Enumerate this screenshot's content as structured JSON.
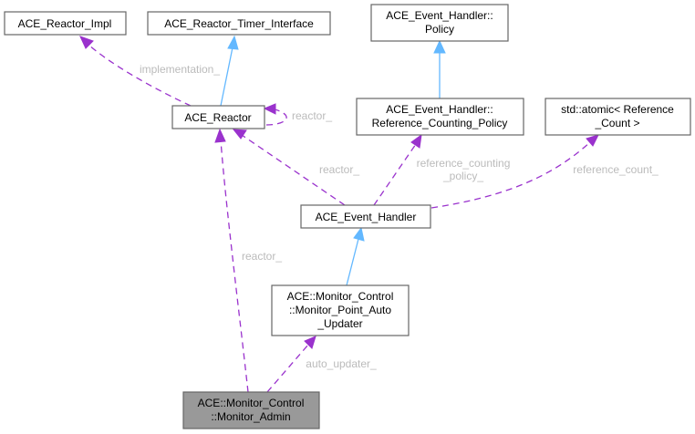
{
  "nodes": {
    "reactor_impl": "ACE_Reactor_Impl",
    "reactor_timer_interface": "ACE_Reactor_Timer_Interface",
    "reactor": "ACE_Reactor",
    "policy": [
      "ACE_Event_Handler::",
      "Policy"
    ],
    "ref_counting_policy": [
      "ACE_Event_Handler::",
      "Reference_Counting_Policy"
    ],
    "atomic": [
      "std::atomic< Reference",
      "_Count >"
    ],
    "event_handler": "ACE_Event_Handler",
    "auto_updater": [
      "ACE::Monitor_Control",
      "::Monitor_Point_Auto",
      "_Updater"
    ],
    "monitor_admin": [
      "ACE::Monitor_Control",
      "::Monitor_Admin"
    ]
  },
  "edge_labels": {
    "implementation": "implementation_",
    "reactor_self": "reactor_",
    "reactor_from_handler": "reactor_",
    "reactor_from_admin": "reactor_",
    "reference_counting_policy": [
      "reference_counting",
      "_policy_"
    ],
    "reference_count": "reference_count_",
    "auto_updater": "auto_updater_"
  },
  "colors": {
    "usage_edge": "#9a32cd",
    "inheritance_edge": "#63b8ff",
    "current_node_fill": "#999999"
  }
}
